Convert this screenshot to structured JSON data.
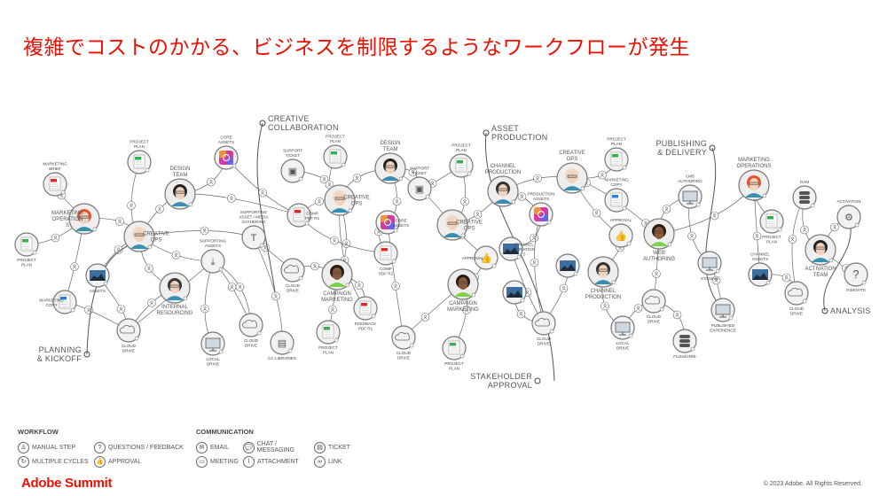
{
  "title": "複雑でコストのかかる、ビジネスを制限するようなワークフローが発生",
  "stages": [
    "CREATIVE|COLLABORATION",
    "ASSET|PRODUCTION",
    "PUBLISHING|& DELIVERY",
    "PLANNING|& KICKOFF",
    "STAKEHOLDER|APPROVAL",
    "ANALYSIS"
  ],
  "nodes": [
    {
      "label": "MARKETING|BRIEF",
      "type": "pdf"
    },
    {
      "label": "PROJECT|PLAN",
      "type": "doc"
    },
    {
      "label": "MARKETING|OPERATION|S",
      "type": "person",
      "person_color": "#e8502c"
    },
    {
      "label": "PROJECT|PLAN",
      "type": "doc"
    },
    {
      "label": "CREATIVE|OPS",
      "type": "person",
      "person_color": "#f3d9c4"
    },
    {
      "label": "DESIGN|TEAM",
      "type": "person",
      "person_color": "#222222"
    },
    {
      "label": "CORE|ASSETS",
      "type": "cc"
    },
    {
      "label": "SUPPORT|TICKET",
      "type": "ticket"
    },
    {
      "label": "PROJECT|PLAN",
      "type": "doc"
    },
    {
      "label": "ASSETS",
      "type": "image"
    },
    {
      "label": "INTERNAL|RESOURCING",
      "type": "person",
      "person_color": "#333333"
    },
    {
      "label": "MARKETING|COPY",
      "type": "word"
    },
    {
      "label": "CLOUD|DRIVE",
      "type": "cloud"
    },
    {
      "label": "SUPPORTING|ASSETS",
      "type": "download"
    },
    {
      "label": "SUPPORTING|ASSET / MEDIA|GATHERING",
      "type": "text"
    },
    {
      "label": "LOCAL|DRIVE",
      "type": "monitor"
    },
    {
      "label": "CLOUD|DRIVE",
      "type": "cloud"
    },
    {
      "label": "CC LIBRARIES",
      "type": "lib"
    },
    {
      "label": "COMP|PDF R1",
      "type": "pdf"
    },
    {
      "label": "CLOUD|DRIVE",
      "type": "cloud"
    },
    {
      "label": "CREATIVE|OPS",
      "type": "person",
      "person_color": "#f3d9c4"
    },
    {
      "label": "CAMPAIGN|MARKETING",
      "type": "person",
      "person_color": "#2a1a10"
    },
    {
      "label": "FEEDBACK|PDF R1",
      "type": "pdf"
    },
    {
      "label": "PROJECT|PLAN",
      "type": "doc"
    },
    {
      "label": "DESIGN|TEAM",
      "type": "person",
      "person_color": "#222222"
    },
    {
      "label": "CORE|ASSETS",
      "type": "cc"
    },
    {
      "label": "COMP|PDF R2",
      "type": "pdf"
    },
    {
      "label": "CLOUD|DRIVE",
      "type": "cloud"
    },
    {
      "label": "SUPPORT|TICKET",
      "type": "ticket"
    },
    {
      "label": "PROJECT|PLAN",
      "type": "doc"
    },
    {
      "label": "CREATIVE|OPS",
      "type": "person",
      "person_color": "#f3d9c4"
    },
    {
      "label": "APPROVAL",
      "type": "thumb"
    },
    {
      "label": "CAMPAIGN|MARKETING",
      "type": "person",
      "person_color": "#2a1a10"
    },
    {
      "label": "PROJECT|PLAN",
      "type": "doc"
    },
    {
      "label": "CHANNEL|PRODUCTION",
      "type": "person",
      "person_color": "#333333"
    },
    {
      "label": "PRODUCTION|ASSETS",
      "type": "cc"
    },
    {
      "label": "CHANNEL|VARIATION|S",
      "type": "image"
    },
    {
      "label": "",
      "type": "image"
    },
    {
      "label": "",
      "type": "image"
    },
    {
      "label": "CLOUD|DRIVE",
      "type": "cloud"
    },
    {
      "label": "CREATIVE|OPS",
      "type": "person",
      "person_color": "#f3d9c4"
    },
    {
      "label": "PROJECT|PLAN",
      "type": "doc"
    },
    {
      "label": "MARKETING|COPY",
      "type": "word"
    },
    {
      "label": "APPROVAL",
      "type": "thumb"
    },
    {
      "label": "CHANNEL|PRODUCTION",
      "type": "person",
      "person_color": "#333333"
    },
    {
      "label": "LOCAL|DRIVE",
      "type": "monitor"
    },
    {
      "label": "CLOUD|DRIVE",
      "type": "cloud"
    },
    {
      "label": "WEB|AUTHORING",
      "type": "person",
      "person_color": "#2a1a10"
    },
    {
      "label": "CMS|AUTHORING",
      "type": "monitor"
    },
    {
      "label": "STAGING",
      "type": "monitor"
    },
    {
      "label": "PUBLISHED|EXPERIENCE",
      "type": "monitor"
    },
    {
      "label": "FILESHARE",
      "type": "db"
    },
    {
      "label": "MARKETING|OPERATIONS",
      "type": "person",
      "person_color": "#e8502c"
    },
    {
      "label": "DAM",
      "type": "db"
    },
    {
      "label": "PROJECT|PLAN",
      "type": "doc"
    },
    {
      "label": "CHANNEL|ASSETS",
      "type": "image"
    },
    {
      "label": "CLOUD|DRIVE",
      "type": "cloud"
    },
    {
      "label": "ACTIVATION",
      "type": "gear"
    },
    {
      "label": "ACTIVATION|TEAM",
      "type": "person",
      "person_color": "#222222"
    },
    {
      "label": "INSIGHTS",
      "type": "question"
    }
  ],
  "legend": {
    "workflow_title": "WORKFLOW",
    "workflow": [
      {
        "label": "MANUAL STEP",
        "icon": "manual-step-icon",
        "glyph": "♙"
      },
      {
        "label": "QUESTIONS / FEEDBACK",
        "icon": "question-icon",
        "glyph": "?"
      },
      {
        "label": "MULTIPLE CYCLES",
        "icon": "cycle-icon",
        "glyph": "↻"
      },
      {
        "label": "APPROVAL",
        "icon": "thumbs-up-icon",
        "glyph": "👍"
      }
    ],
    "communication_title": "COMMUNICATION",
    "communication": [
      {
        "label": "EMAIL",
        "icon": "email-icon",
        "glyph": "✉"
      },
      {
        "label": "CHAT / MESSAGING",
        "icon": "chat-icon",
        "glyph": "💬"
      },
      {
        "label": "TICKET",
        "icon": "ticket-icon",
        "glyph": "▤"
      },
      {
        "label": "MEETING",
        "icon": "meeting-icon",
        "glyph": "▭"
      },
      {
        "label": "ATTACHMENT",
        "icon": "attachment-icon",
        "glyph": "⌇"
      },
      {
        "label": "LINK",
        "icon": "link-icon",
        "glyph": "∞"
      }
    ]
  },
  "footer": {
    "brand": "Adobe Summit",
    "copyright": "© 2023 Adobe. All Rights Reserved."
  },
  "colors": {
    "accent": "#eb1000",
    "line": "#666666",
    "node_fill": "#f2f2f2"
  }
}
